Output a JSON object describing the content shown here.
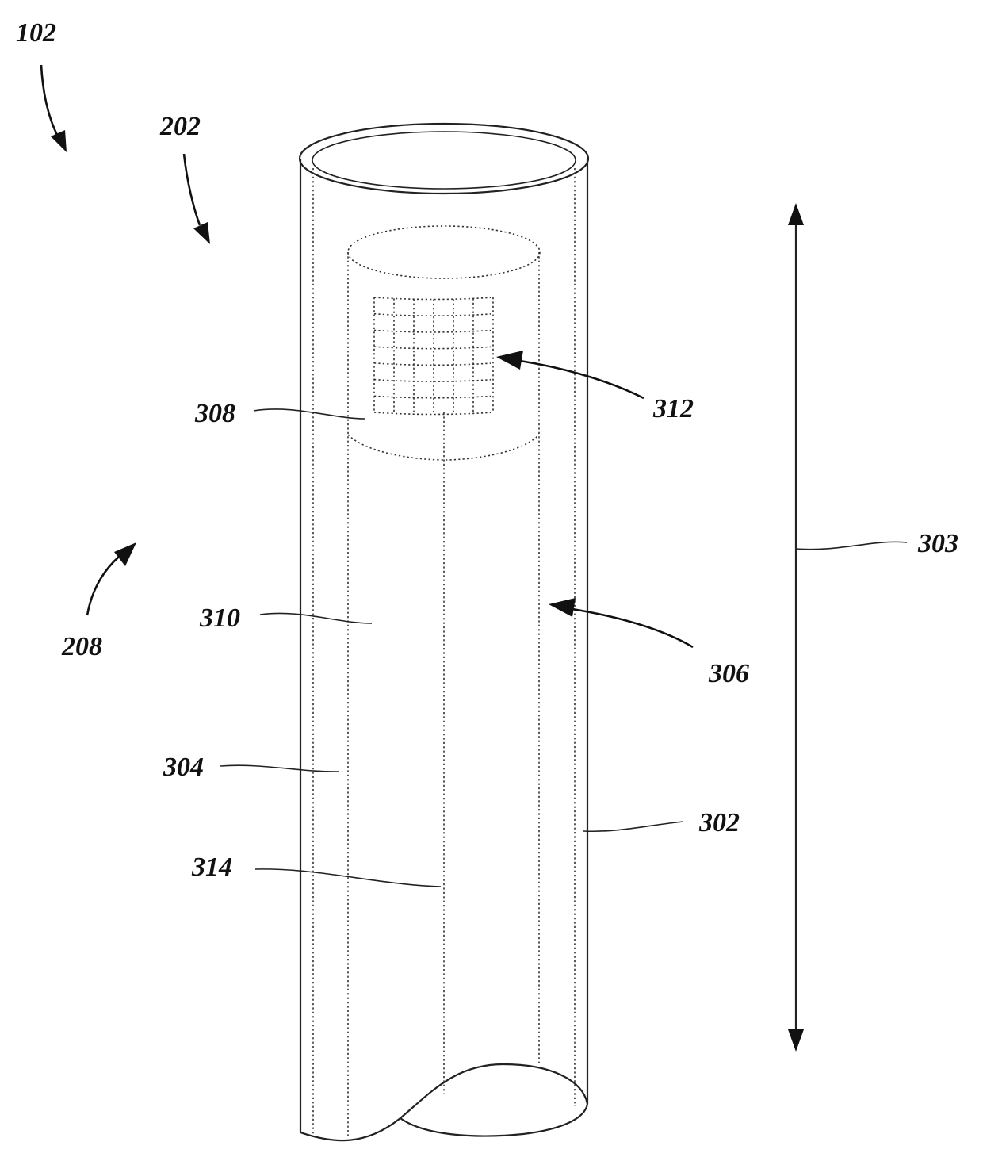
{
  "figure": {
    "labels": {
      "ref_102": "102",
      "ref_202": "202",
      "ref_208": "208",
      "ref_302": "302",
      "ref_303": "303",
      "ref_304": "304",
      "ref_306": "306",
      "ref_308": "308",
      "ref_310": "310",
      "ref_312": "312",
      "ref_314": "314"
    }
  }
}
